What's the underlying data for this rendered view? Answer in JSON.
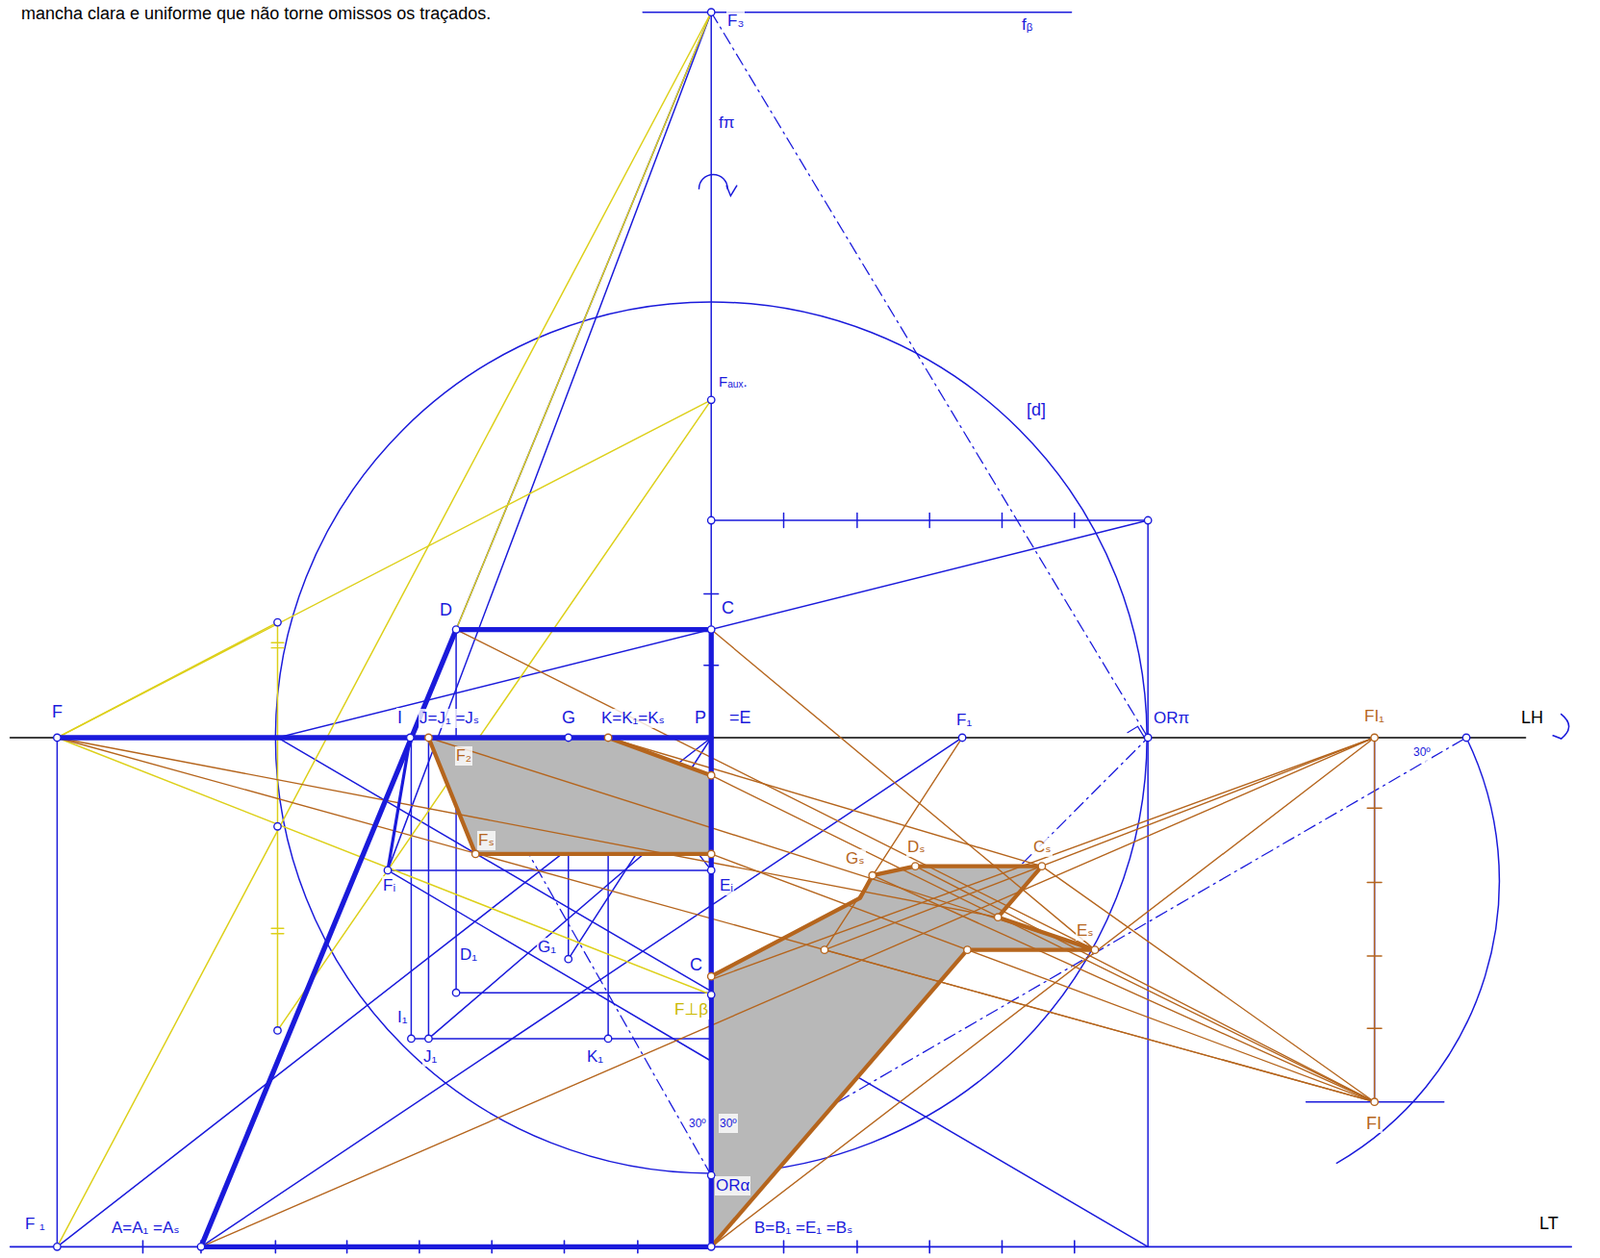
{
  "diagram": {
    "labels": [
      "mancha clara e uniforme que não torne omissos os traçados.",
      "F₃",
      "fᵦ",
      "fπ",
      "Fₐᵤₓ.",
      "[d]",
      "D",
      "C",
      "F",
      "I",
      "J=J₁ =Jₛ",
      "G",
      "K=K₁=Kₛ",
      "P",
      "=E",
      "F₁",
      "ORπ",
      "FI₁",
      "LH",
      "30º",
      "F₂",
      "Fₛ",
      "Fᵢ",
      "Eᵢ",
      "Gₛ",
      "Dₛ",
      "Cₛ",
      "Eₛ",
      "D₁",
      "G₁",
      "C",
      "F⊥β",
      "I₁",
      "J₁",
      "K₁",
      "30º",
      "30º",
      "ORα",
      "FI",
      "F ₁",
      "A=A₁ =Aₛ",
      "B=B₁ =E₁ =Bₛ",
      "LT"
    ]
  }
}
